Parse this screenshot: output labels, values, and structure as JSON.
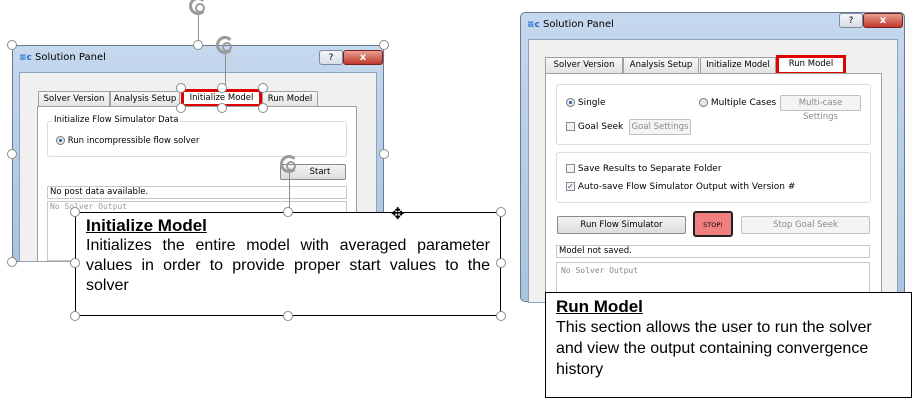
{
  "left_panel": {
    "window_title": "Solution Panel",
    "help_label": "?",
    "close_label": "x",
    "tabs": [
      "Solver Version",
      "Analysis Setup",
      "Initialize Model",
      "Run Model"
    ],
    "active_tab": "Initialize Model",
    "group_title": "Initialize Flow Simulator Data",
    "radio_label": "Run incompressible flow solver",
    "start_button": "Start",
    "status_text": "No post data available.",
    "output_text": "No Solver Output"
  },
  "left_callout": {
    "title": "Initialize Model",
    "body": "Initializes the entire model with averaged parameter values in order to provide proper start values to the solver"
  },
  "right_panel": {
    "window_title": "Solution Panel",
    "help_label": "?",
    "close_label": "x",
    "tabs": [
      "Solver Version",
      "Analysis Setup",
      "Initialize Model",
      "Run Model"
    ],
    "active_tab": "Run Model",
    "single_label": "Single",
    "multiple_label": "Multiple Cases",
    "multi_settings_button": "Multi-case Settings",
    "goal_seek_label": "Goal Seek",
    "goal_settings_button": "Goal Settings",
    "save_results_label": "Save Results to Separate Folder",
    "autosave_label": "Auto-save Flow Simulator Output with Version #",
    "checkmark": "✓",
    "run_button": "Run Flow Simulator",
    "stop_button": "STOP!",
    "stop_goal_button": "Stop Goal Seek",
    "status_text": "Model not saved.",
    "output_text": "No Solver Output"
  },
  "right_callout": {
    "title": "Run Model",
    "body": "This section allows the user to run the solver and view the output containing convergence history"
  },
  "colors": {
    "highlight": "#e00000",
    "stop_button": "#f08080"
  }
}
